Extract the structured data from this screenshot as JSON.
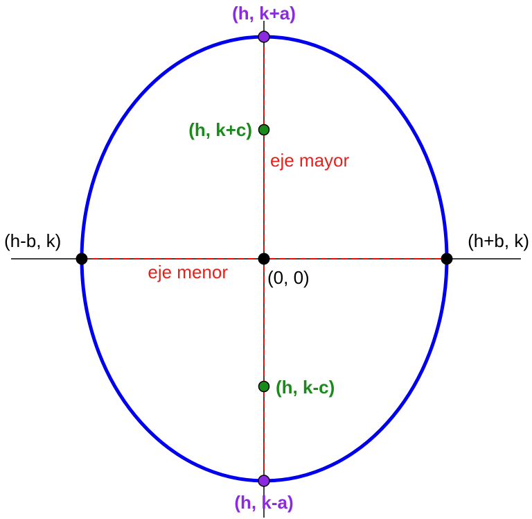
{
  "colors": {
    "ellipse": "#0000ee",
    "axis_line": "#000000",
    "dashed_axes": "#ff0000",
    "vertex_points": "#8a2be2",
    "focus_points": "#1a8a1a",
    "center_and_covertices": "#000000",
    "vertex_label": "#8a2be2",
    "focus_label": "#1a8a1a",
    "axis_label": "#e8201a"
  },
  "labels": {
    "top_vertex": "(h, k+a)",
    "bottom_vertex": "(h, k-a)",
    "upper_focus": "(h, k+c)",
    "lower_focus": "(h, k-c)",
    "left_covertex": "(h-b, k)",
    "right_covertex": "(h+b, k)",
    "center": "(0, 0)",
    "major_axis": "eje mayor",
    "minor_axis": "eje menor"
  }
}
